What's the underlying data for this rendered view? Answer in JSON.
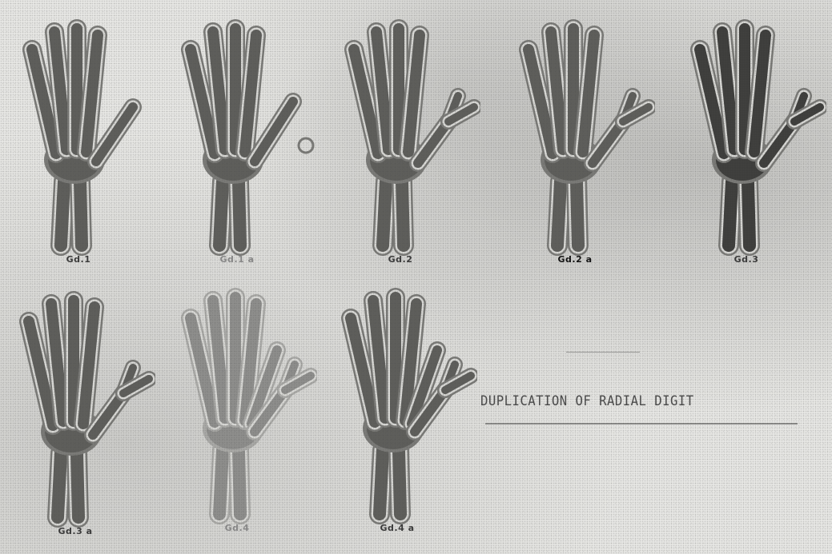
{
  "plate": {
    "title": "DUPLICATION OF RADIAL DIGIT",
    "figures": [
      {
        "label": "Gd.1"
      },
      {
        "label": "Gd.1 a"
      },
      {
        "label": "Gd.2"
      },
      {
        "label": "Gd.2 a"
      },
      {
        "label": "Gd.3"
      },
      {
        "label": "Gd.3 a"
      },
      {
        "label": "Gd.4"
      },
      {
        "label": "Gd.4 a"
      }
    ]
  }
}
